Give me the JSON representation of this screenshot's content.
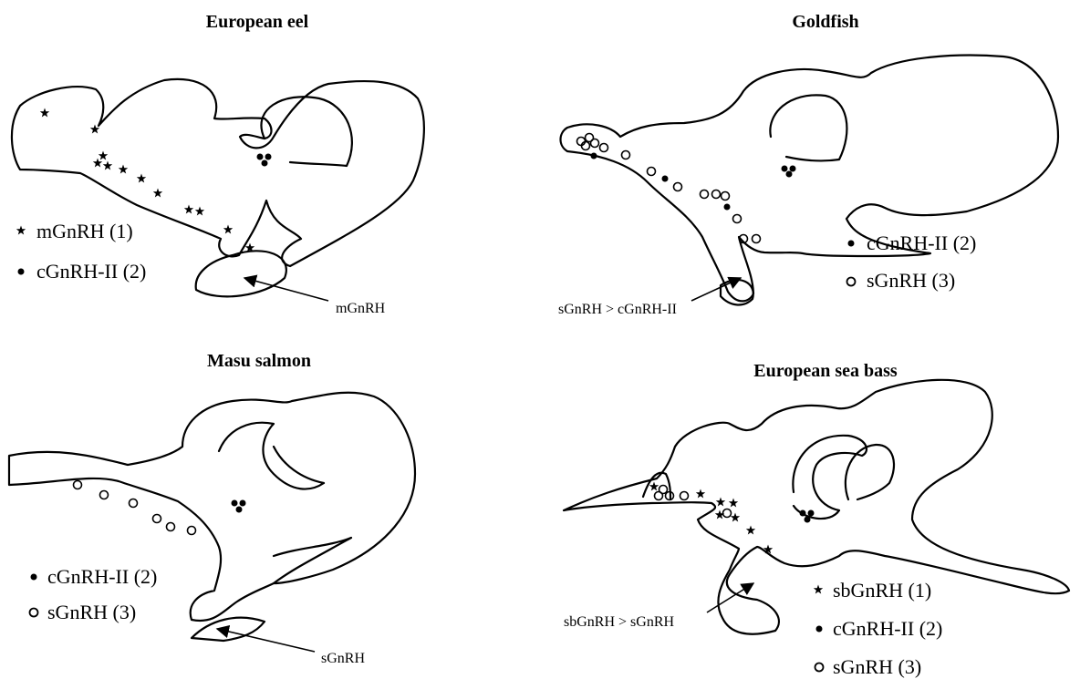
{
  "panels": [
    {
      "id": "eel",
      "title": "European eel",
      "legend": [
        {
          "symbol": "star",
          "label": "mGnRH (1)"
        },
        {
          "symbol": "dot",
          "label": "cGnRH-II (2)"
        }
      ],
      "annotation": "mGnRH"
    },
    {
      "id": "goldfish",
      "title": "Goldfish",
      "legend": [
        {
          "symbol": "dot",
          "label": "cGnRH-II (2)"
        },
        {
          "symbol": "circle",
          "label": "sGnRH (3)"
        }
      ],
      "annotation": "sGnRH > cGnRH-II"
    },
    {
      "id": "salmon",
      "title": "Masu salmon",
      "legend": [
        {
          "symbol": "dot",
          "label": "cGnRH-II (2)"
        },
        {
          "symbol": "circle",
          "label": "sGnRH (3)"
        }
      ],
      "annotation": "sGnRH"
    },
    {
      "id": "seabass",
      "title": "European sea bass",
      "legend": [
        {
          "symbol": "star",
          "label": "sbGnRH (1)"
        },
        {
          "symbol": "dot",
          "label": "cGnRH-II (2)"
        },
        {
          "symbol": "circle",
          "label": "sGnRH (3)"
        }
      ],
      "annotation": "sbGnRH > sGnRH"
    }
  ]
}
